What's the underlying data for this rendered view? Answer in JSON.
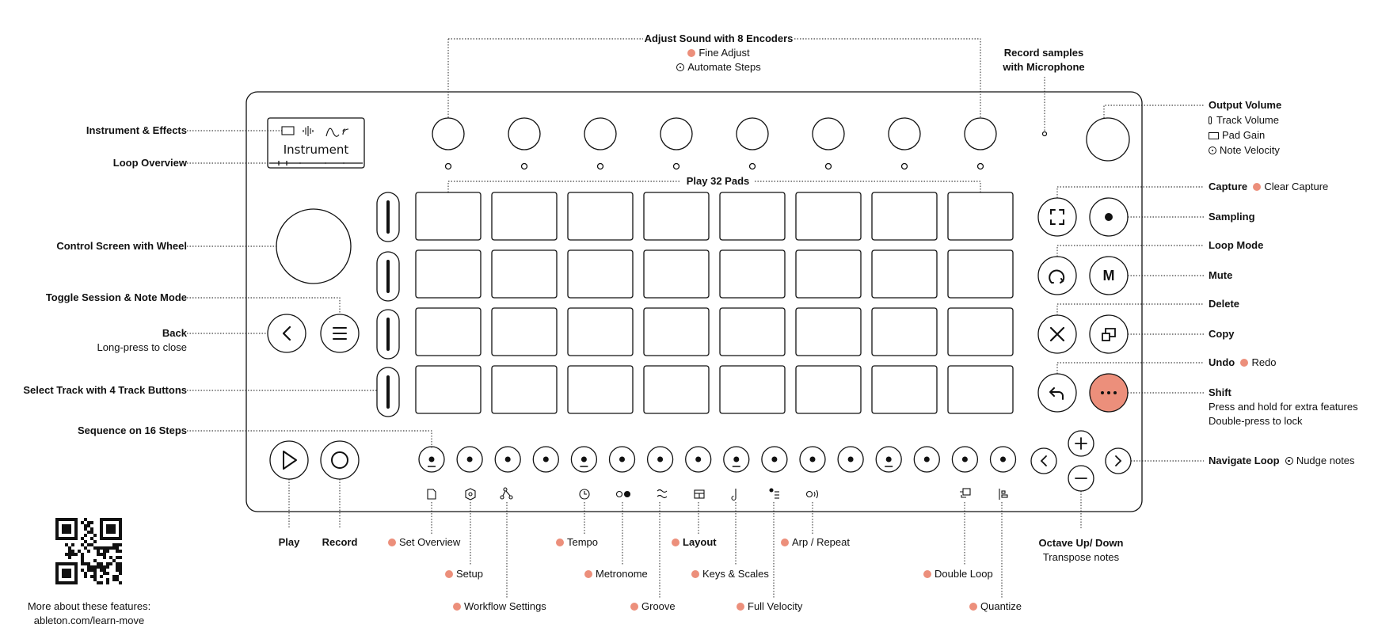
{
  "screen": {
    "mode_text": "Instrument"
  },
  "labels_left": {
    "instrument_effects": "Instrument & Effects",
    "loop_overview": "Loop Overview",
    "control_screen": "Control Screen with Wheel",
    "toggle_session": "Toggle Session & Note Mode",
    "back": "Back",
    "back_sub": "Long-press to close",
    "select_track": "Select Track with 4 Track Buttons",
    "sequence_steps": "Sequence on 16 Steps"
  },
  "labels_top": {
    "encoders": "Adjust Sound with 8 Encoders",
    "fine_adjust": "Fine Adjust",
    "automate_steps": "Automate Steps",
    "record_samples": "Record samples",
    "with_mic": "with Microphone",
    "play_pads": "Play 32 Pads"
  },
  "labels_right": {
    "output_volume": "Output Volume",
    "track_volume": "Track Volume",
    "pad_gain": "Pad Gain",
    "note_velocity": "Note Velocity",
    "capture": "Capture",
    "clear_capture": "Clear Capture",
    "sampling": "Sampling",
    "loop_mode": "Loop Mode",
    "mute": "Mute",
    "delete": "Delete",
    "copy": "Copy",
    "undo": "Undo",
    "redo": "Redo",
    "shift": "Shift",
    "shift_sub1": "Press and hold for extra features",
    "shift_sub2": "Double-press to lock",
    "navigate_loop": "Navigate Loop",
    "nudge_notes": "Nudge notes"
  },
  "labels_bottom": {
    "play": "Play",
    "record": "Record",
    "set_overview": "Set Overview",
    "setup": "Setup",
    "workflow_settings": "Workflow Settings",
    "tempo": "Tempo",
    "metronome": "Metronome",
    "groove": "Groove",
    "layout": "Layout",
    "keys_scales": "Keys & Scales",
    "full_velocity": "Full Velocity",
    "arp_repeat": "Arp / Repeat",
    "double_loop": "Double Loop",
    "quantize": "Quantize",
    "octave": "Octave Up/ Down",
    "transpose": "Transpose notes",
    "more_about": "More about these features:",
    "url": "ableton.com/learn-move"
  },
  "buttons": {
    "mute_letter": "M"
  },
  "colors": {
    "accent": "#ec8f7b",
    "line": "#111111"
  },
  "icons": [
    "play-icon",
    "record-icon",
    "back-icon",
    "menu-icon",
    "capture-icon",
    "loop-icon",
    "delete-icon",
    "copy-icon",
    "undo-icon",
    "shift-icon",
    "plus-icon",
    "minus-icon",
    "chevron-left-icon",
    "chevron-right-icon"
  ]
}
